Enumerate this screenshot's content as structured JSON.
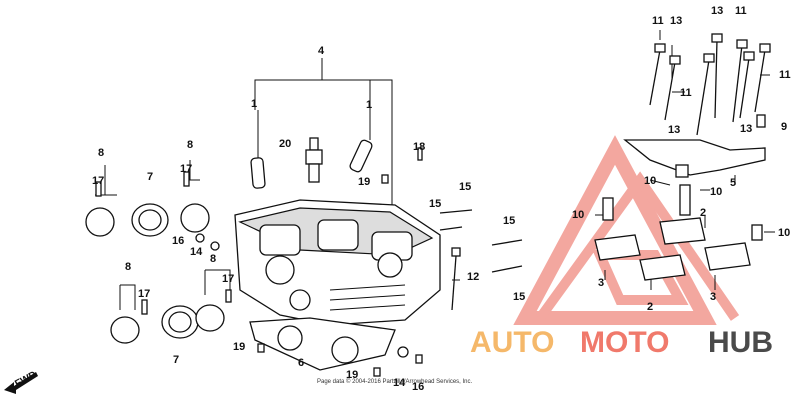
{
  "diagram": {
    "part_labels": [
      {
        "id": "l4",
        "text": "4"
      },
      {
        "id": "l1a",
        "text": "1"
      },
      {
        "id": "l1b",
        "text": "1"
      },
      {
        "id": "l20",
        "text": "20"
      },
      {
        "id": "l19a",
        "text": "19"
      },
      {
        "id": "l18",
        "text": "18"
      },
      {
        "id": "l8a",
        "text": "8"
      },
      {
        "id": "l17a",
        "text": "17"
      },
      {
        "id": "l7a",
        "text": "7"
      },
      {
        "id": "l8b",
        "text": "8"
      },
      {
        "id": "l17b",
        "text": "17"
      },
      {
        "id": "l16",
        "text": "16"
      },
      {
        "id": "l14a",
        "text": "14"
      },
      {
        "id": "l8c",
        "text": "8"
      },
      {
        "id": "l17c",
        "text": "17"
      },
      {
        "id": "l7b",
        "text": "7"
      },
      {
        "id": "l8d",
        "text": "8"
      },
      {
        "id": "l17d",
        "text": "17"
      },
      {
        "id": "l19b",
        "text": "19"
      },
      {
        "id": "l6",
        "text": "6"
      },
      {
        "id": "l19c",
        "text": "19"
      },
      {
        "id": "l14b",
        "text": "14"
      },
      {
        "id": "l16b",
        "text": "16"
      },
      {
        "id": "l15a",
        "text": "15"
      },
      {
        "id": "l15b",
        "text": "15"
      },
      {
        "id": "l15c",
        "text": "15"
      },
      {
        "id": "l15d",
        "text": "15"
      },
      {
        "id": "l12",
        "text": "12"
      },
      {
        "id": "l11a",
        "text": "11"
      },
      {
        "id": "l13a",
        "text": "13"
      },
      {
        "id": "l13b",
        "text": "13"
      },
      {
        "id": "l11b",
        "text": "11"
      },
      {
        "id": "l11c",
        "text": "11"
      },
      {
        "id": "l11d",
        "text": "11"
      },
      {
        "id": "l13c",
        "text": "13"
      },
      {
        "id": "l13d",
        "text": "13"
      },
      {
        "id": "l9",
        "text": "9"
      },
      {
        "id": "l10a",
        "text": "10"
      },
      {
        "id": "l10b",
        "text": "10"
      },
      {
        "id": "l5",
        "text": "5"
      },
      {
        "id": "l10c",
        "text": "10"
      },
      {
        "id": "l2a",
        "text": "2"
      },
      {
        "id": "l10d",
        "text": "10"
      },
      {
        "id": "l3a",
        "text": "3"
      },
      {
        "id": "l2b",
        "text": "2"
      },
      {
        "id": "l3b",
        "text": "3"
      }
    ],
    "fwd_label": "FWD",
    "copyright": "Page data © 2004-2016 Partzilla/Arrowhead Services, Inc.",
    "watermark": {
      "part1": "AUTO",
      "part2": "MOTO",
      "part3": "HUB",
      "color_auto": "#f5b86a",
      "color_moto": "#f0796b",
      "color_hub": "#4a4a4a",
      "triangle_color": "#f08a80"
    }
  }
}
